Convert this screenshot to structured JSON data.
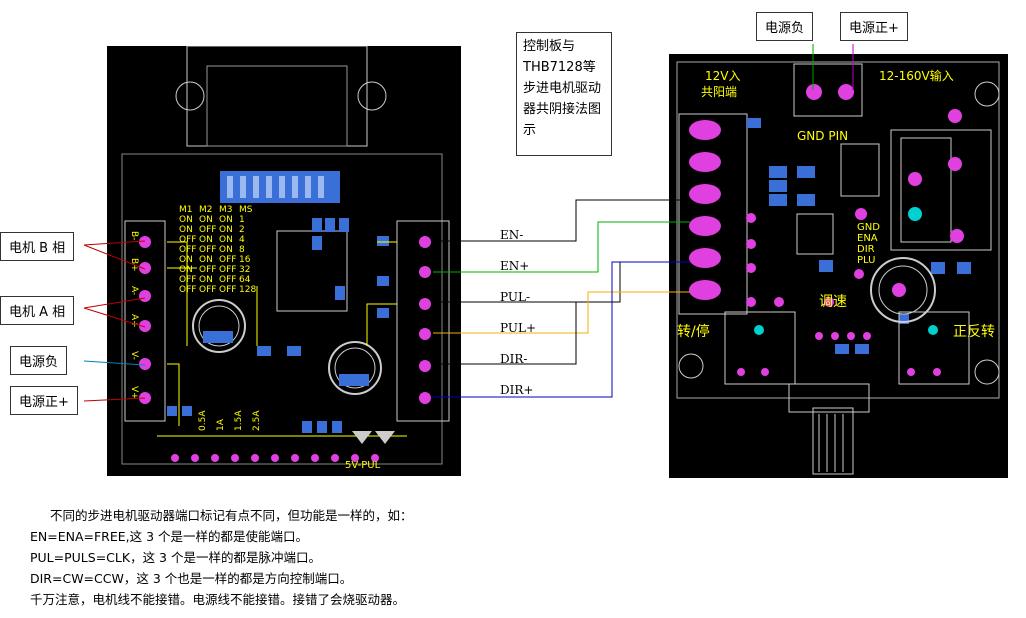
{
  "left_labels": {
    "motor_b": "电机 B 相",
    "motor_a": "电机 A 相",
    "power_neg": "电源负",
    "power_pos": "电源正+"
  },
  "top_labels": {
    "power_neg": "电源负",
    "power_pos": "电源正+"
  },
  "note": "控制板与THB7128等步进电机驱动器共阴接法图示",
  "signals": [
    "EN-",
    "EN+",
    "PUL-",
    "PUL+",
    "DIR-",
    "DIR+"
  ],
  "left_board": {
    "table_header": [
      "M1",
      "M2",
      "M3",
      "MS"
    ],
    "table_rows": [
      [
        "ON",
        "ON",
        "ON",
        "1"
      ],
      [
        "ON",
        "OFF",
        "ON",
        "2"
      ],
      [
        "OFF",
        "ON",
        "ON",
        "4"
      ],
      [
        "OFF",
        "OFF",
        "ON",
        "8"
      ],
      [
        "ON",
        "ON",
        "OFF",
        "16"
      ],
      [
        "ON",
        "OFF",
        "OFF",
        "32"
      ],
      [
        "OFF",
        "ON",
        "OFF",
        "64"
      ],
      [
        "OFF",
        "OFF",
        "OFF",
        "128"
      ]
    ],
    "current_labels": [
      "0.5A",
      "1A",
      "1.5A",
      "2.5A"
    ],
    "bottom_label": "5V-PUL"
  },
  "right_board": {
    "label_12v": "12V入",
    "label_common_anode": "共阳端",
    "label_input": "12-160V输入",
    "label_gnd_pin": "GND PIN",
    "pin_labels": [
      "GND",
      "ENA",
      "DIR",
      "PLU"
    ],
    "label_speed": "调速",
    "label_stop": "转/停",
    "label_direction": "正反转"
  },
  "paragraph": [
    "不同的步进电机驱动器端口标记有点不同，但功能是一样的，如：",
    "EN=ENA=FREE,这 3 个是一样的都是使能端口。",
    "PUL=PULS=CLK，这 3 个是一样的都是脉冲端口。",
    "DIR=CW=CCW，这 3 个也是一样的都是方向控制端口。",
    "千万注意，电机线不能接错。电源线不能接错。接错了会烧驱动器。"
  ],
  "colors": {
    "pcb_bg": "#000000",
    "trace": "#ffff00",
    "pad": "#e040e0",
    "smd": "#3a6fd8",
    "silk": "#ffffff",
    "wire_en_plus": "#00b000",
    "wire_pul_plus": "#f0b000",
    "wire_dir_plus": "#0000c0",
    "wire_motor": "#c00000"
  }
}
